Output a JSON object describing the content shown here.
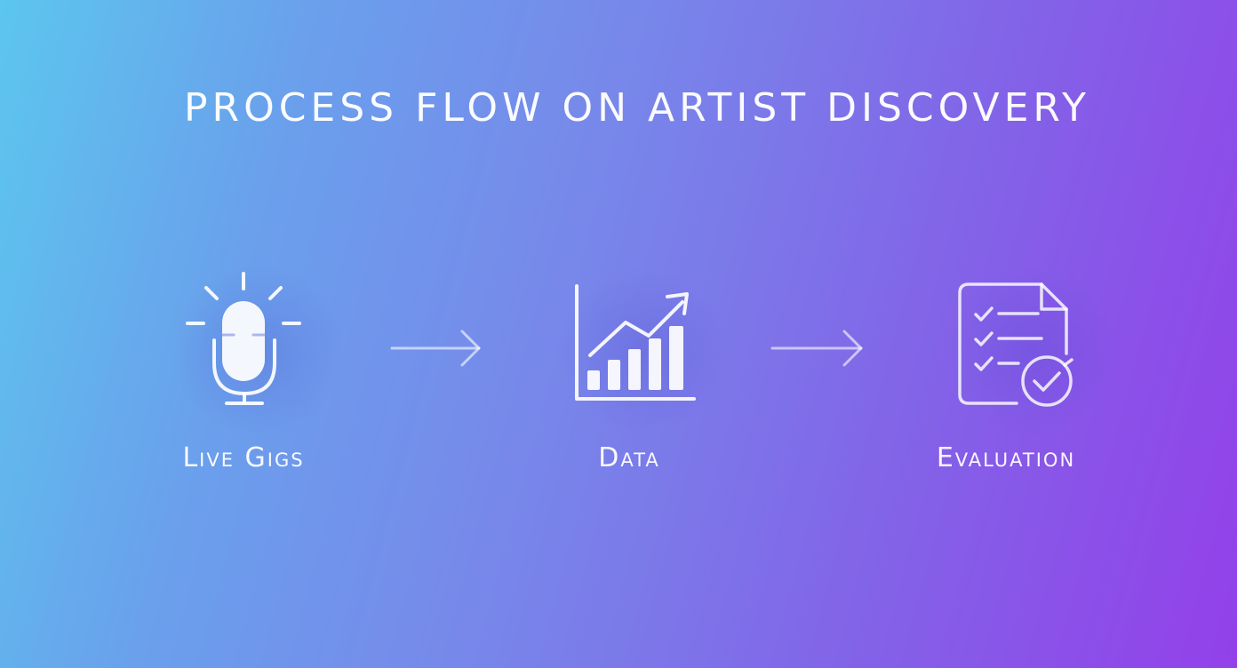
{
  "title": "PROCESS FLOW ON ARTIST DISCOVERY",
  "steps": [
    {
      "label": "Live Gigs",
      "icon": "microphone-icon"
    },
    {
      "label": "Data",
      "icon": "growth-chart-icon"
    },
    {
      "label": "Evaluation",
      "icon": "checklist-document-icon"
    }
  ],
  "connectors": [
    "arrow-right-icon",
    "arrow-right-icon"
  ],
  "colors": {
    "gradient_start": "#5cc6ee",
    "gradient_end": "#9340e9",
    "foreground": "#ffffff"
  }
}
